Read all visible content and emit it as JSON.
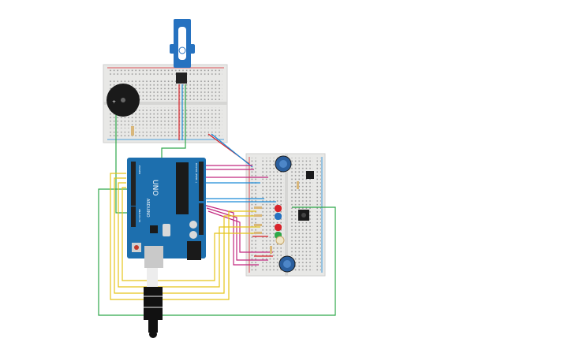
{
  "arduino": {
    "logo": "UNO",
    "brand": "ARDUINO",
    "labels": [
      "DIGITAL (PWM~)",
      "ANALOG IN",
      "POWER"
    ]
  },
  "colors": {
    "board": "#1d6fae",
    "breadboard": "#e8e8e6",
    "wire_red": "#d8232a",
    "wire_green": "#2ea84a",
    "wire_yellow": "#e5c419",
    "wire_magenta": "#c2287f",
    "wire_blue": "#1a8ad8",
    "servo": "#2672c0"
  },
  "icons": [
    "servo-icon",
    "buzzer-icon",
    "potentiometer-icon",
    "led-icon",
    "pushbutton-icon",
    "audio-jack-icon",
    "resistor-icon"
  ]
}
